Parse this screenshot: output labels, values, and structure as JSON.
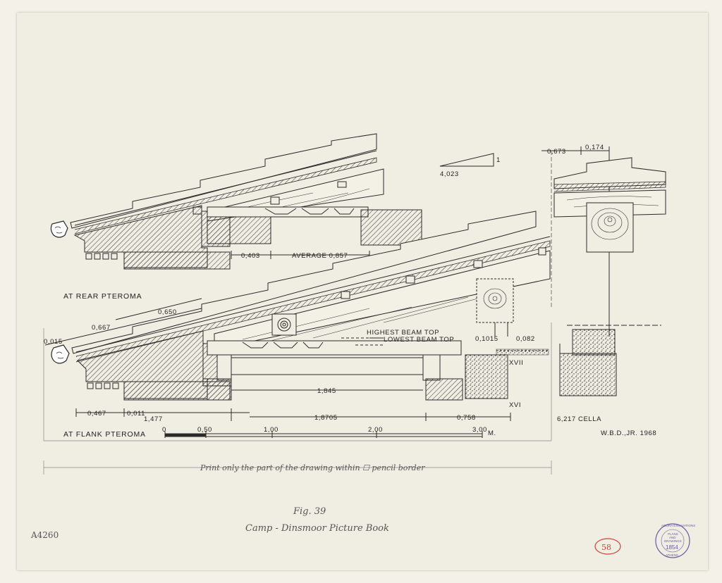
{
  "labels": {
    "at_rear_pteroma": "AT REAR PTEROMA",
    "at_flank_pteroma": "AT FLANK PTEROMA",
    "highest_beam_top": "HIGHEST BEAM TOP",
    "lowest_beam_top": "LOWEST BEAM TOP",
    "cella": "6,217  CELLA",
    "signature": "W.B.D.,JR. 1968",
    "roman_xvii": "XVII",
    "roman_xvi": "XVI"
  },
  "dimensions": {
    "d_0403": "0,403",
    "d_average_0857": "AVERAGE  0,857",
    "d_0650": "0,650",
    "d_0667": "0,667",
    "d_0015": "0,015",
    "d_0467": "0,467",
    "d_0011": "0,011",
    "d_1477": "1,477",
    "d_1845": "1,845",
    "d_18705": "1,8705",
    "d_0758": "0,758",
    "d_0673": "0,673",
    "d_0174": "0,174",
    "d_01015": "0,1015",
    "d_0082": "0,082",
    "slope_run": "4,023",
    "slope_rise": "1"
  },
  "scale_bar": {
    "ticks": [
      "0",
      "0,50",
      "1,00",
      "2,00",
      "3,00"
    ],
    "unit": "M."
  },
  "annotations": {
    "print_note": "Print only the part of the drawing within ☐ pencil border",
    "fig": "Fig. 39",
    "book": "Camp - Dinsmoor Picture Book",
    "catalog": "A4260",
    "page_number": "58"
  },
  "stamp": {
    "top": "AGORA EXCAVATIONS",
    "mid1": "PLANS",
    "mid2": "AND",
    "mid3": "DRAWINGS",
    "number": "1854",
    "bottom": "ATHENS"
  },
  "colors": {
    "ink": "#2a2a2a",
    "paper": "#f0ede2",
    "stamp": "#6a5aa8",
    "page_circle": "#c8463a"
  }
}
